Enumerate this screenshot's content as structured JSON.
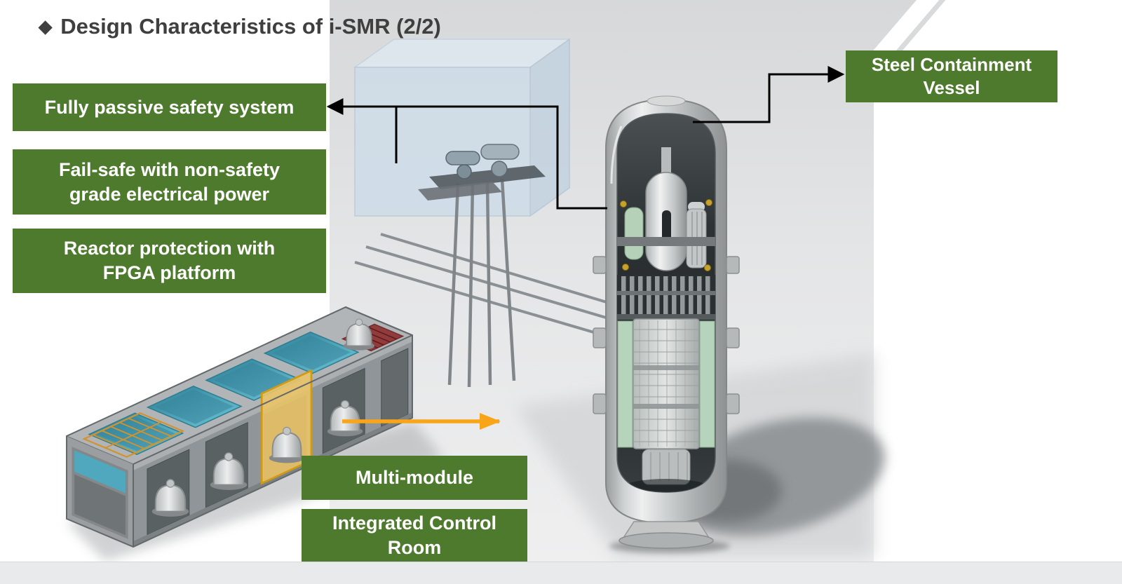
{
  "slide": {
    "title_bullet": "◆",
    "title": "Design Characteristics of i-SMR (2/2)"
  },
  "callouts": {
    "passive_safety": "Fully passive safety system",
    "fail_safe": "Fail-safe with non-safety\ngrade electrical power",
    "reactor_protection": "Reactor protection with\nFPGA platform",
    "steel_containment": "Steel Containment\nVessel",
    "multi_module": "Multi-module",
    "integrated_control_room": "Integrated Control\nRoom"
  },
  "colors": {
    "callout_green": "#4E7A2E",
    "callout_text": "#FFFFFF",
    "title_text": "#3F3F3F",
    "connector_black": "#000000",
    "connector_yellow": "#F9A51A"
  },
  "illustrations": {
    "reactor": "steel-containment-vessel-cutaway-render",
    "building": "multi-module-plant-isometric-render",
    "equipment": "passive-safety-system-equipment-render",
    "cube": "translucent-building-outline"
  }
}
